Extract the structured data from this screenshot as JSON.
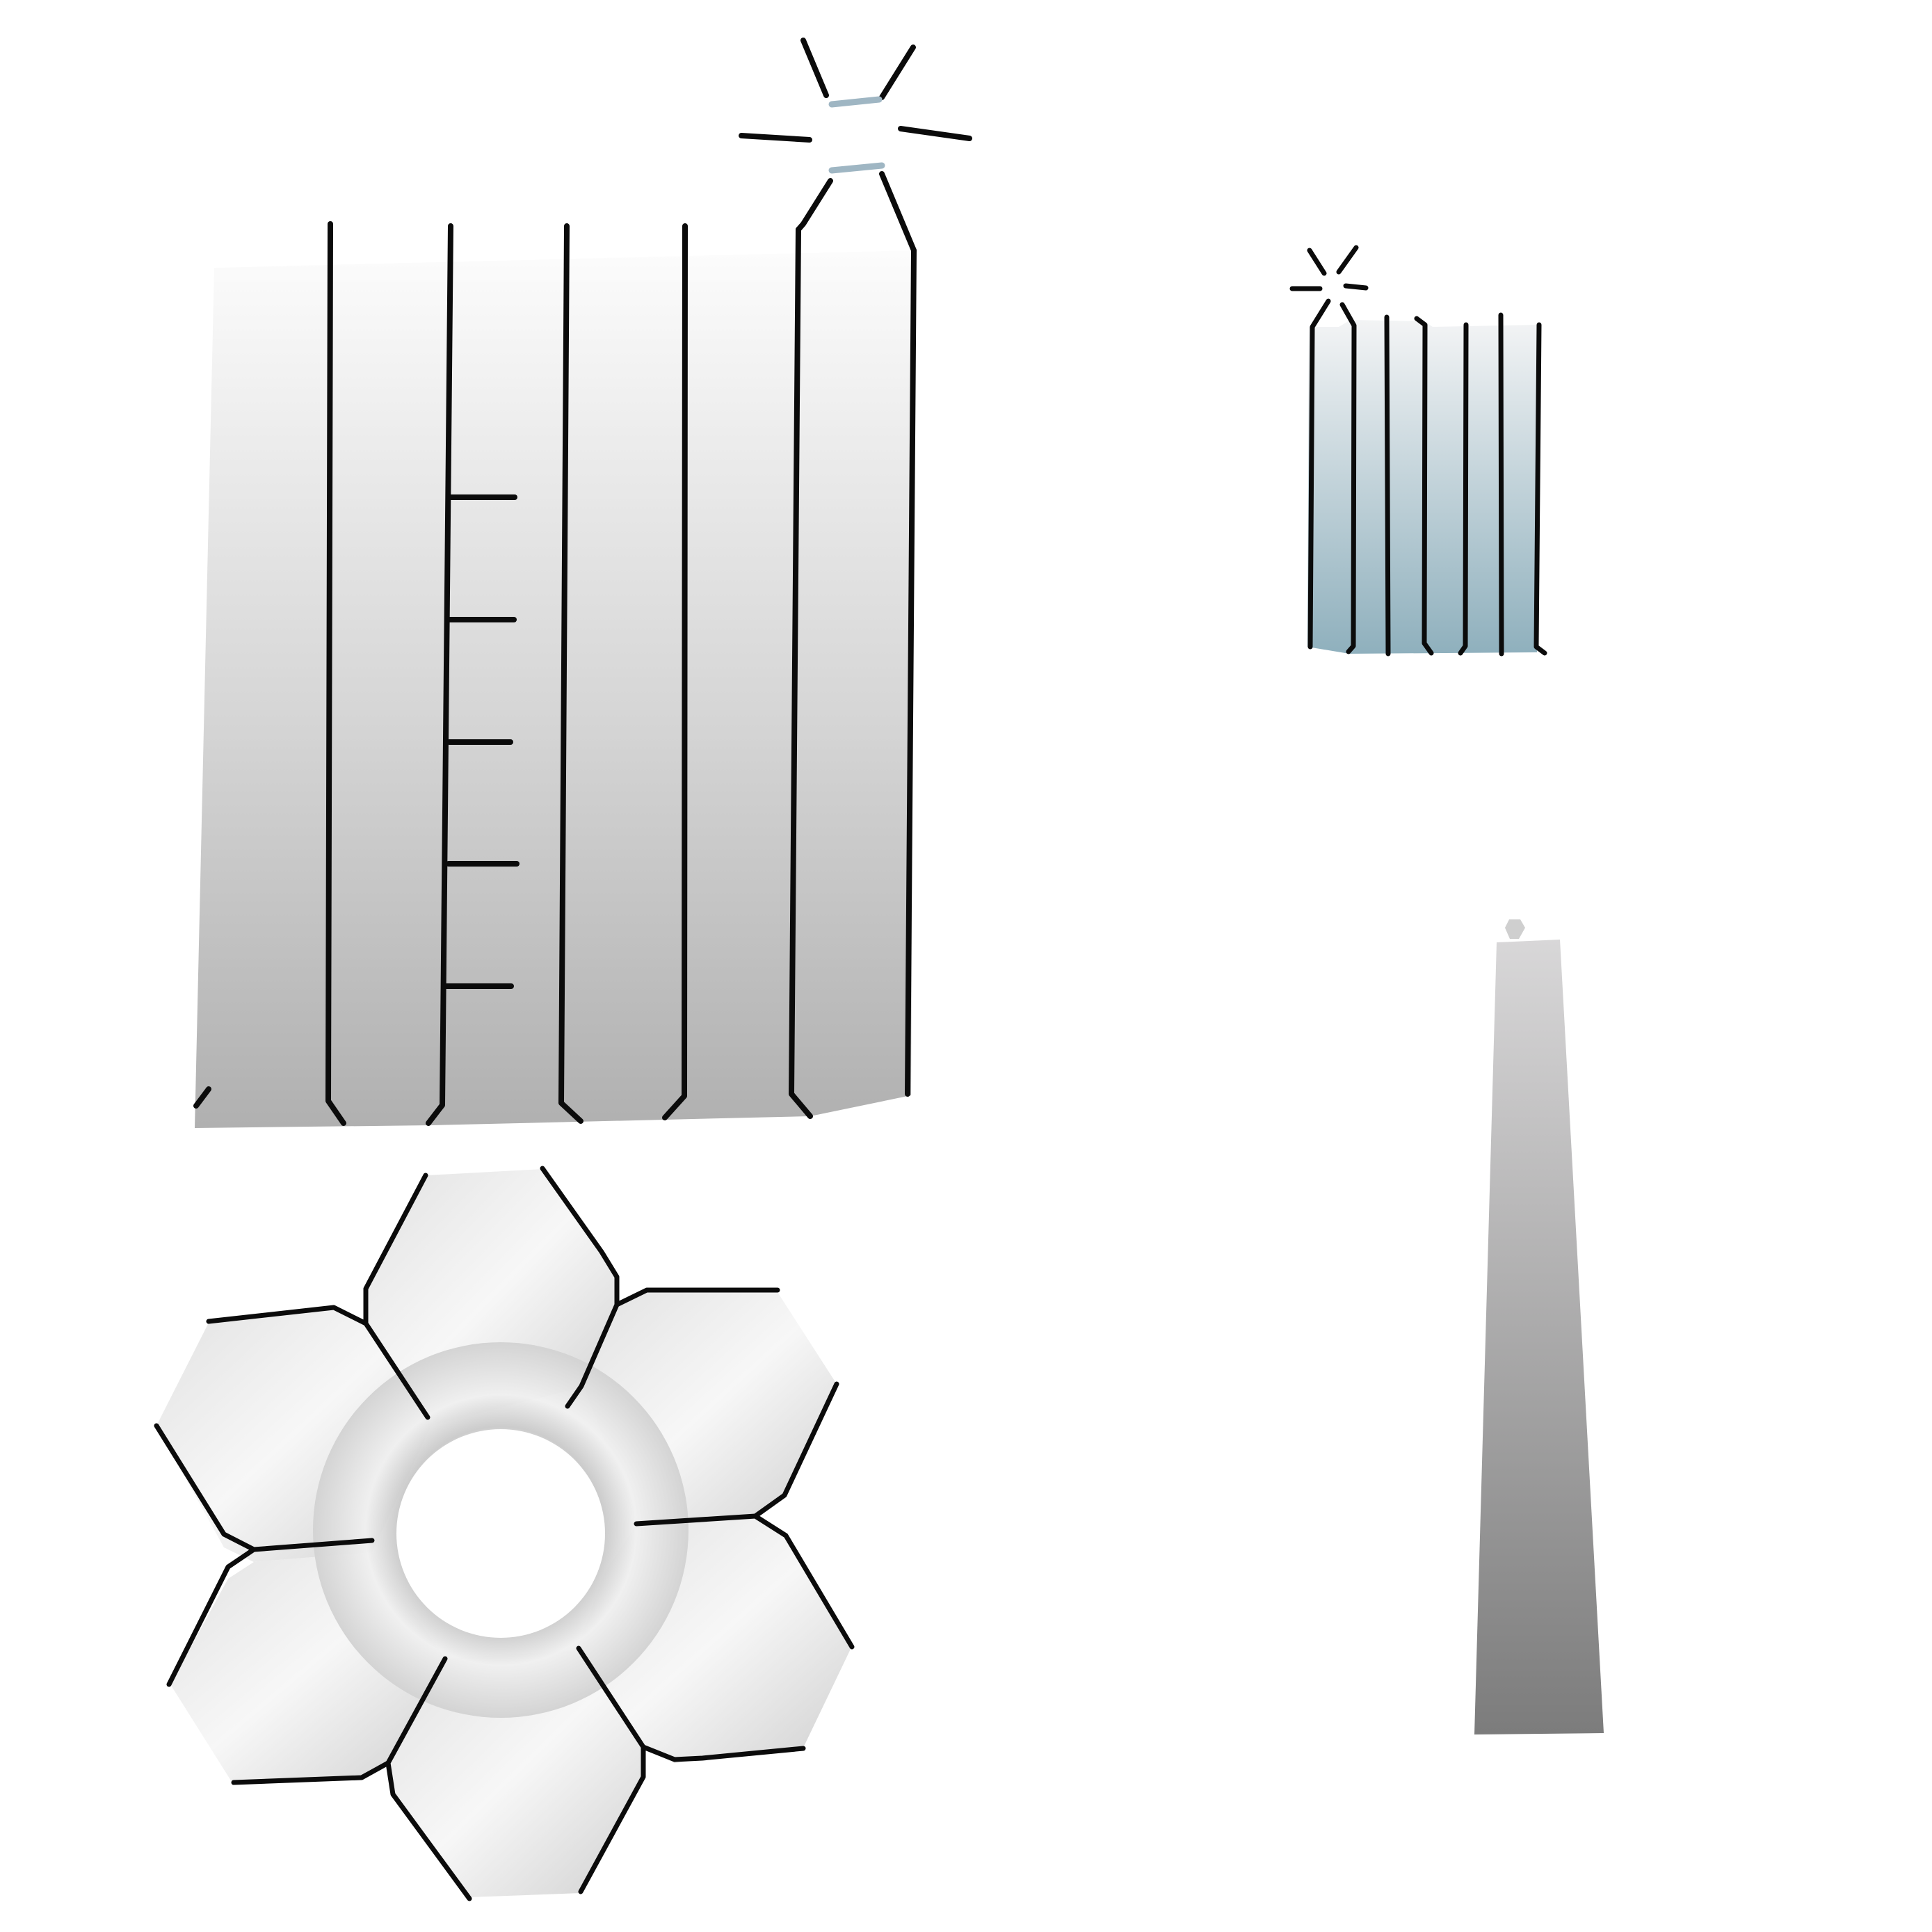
{
  "scene": {
    "title": "",
    "objects": [
      {
        "id": "big-radiator",
        "kind": "tall grey panel with vertical strips, ladder rungs and a spark icon"
      },
      {
        "id": "small-radiator",
        "kind": "small blue-grey panel with vertical strips and a spark icon"
      },
      {
        "id": "hexagon-ring",
        "kind": "ring of six grey hexagon tiles"
      },
      {
        "id": "tapered-column",
        "kind": "tall tapered grey column"
      }
    ]
  },
  "colors": {
    "background": "#ffffff",
    "line": "#0b0b0b",
    "spark_accent": "#9fb6c3",
    "grey_light": "#fafafa",
    "grey_mid": "#cfcfcf",
    "grey_dark": "#b0b0b0",
    "blue_top": "#f2f3f4",
    "blue_bottom": "#8fb0bd",
    "column_top": "#d6d5d6",
    "column_bottom": "#7e7e7e"
  },
  "icons": [
    "spark-icon",
    "hexagon-icon",
    "ladder-rung-icon"
  ]
}
